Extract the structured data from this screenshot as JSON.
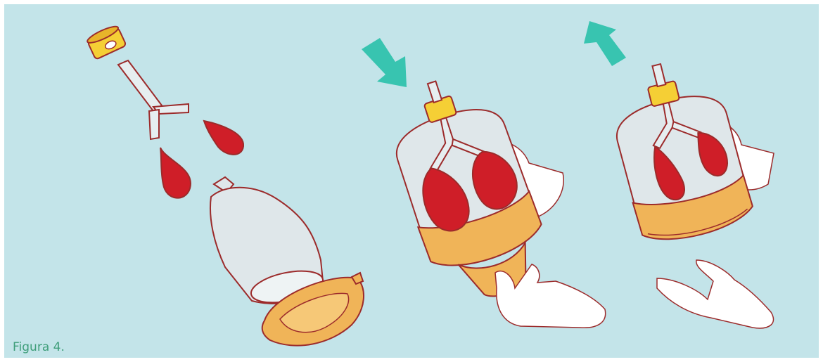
{
  "figure": {
    "caption": "Figura 4.",
    "colors": {
      "background": "#c3e4e9",
      "outline": "#9c2b2b",
      "balloon": "#cf1e28",
      "bottle": "#dfe7ea",
      "membrane": "#f0b458",
      "cap": "#f5cf35",
      "arrow": "#38c4b0"
    },
    "panels": [
      {
        "name": "disassembled-parts"
      },
      {
        "name": "push-down-inhale"
      },
      {
        "name": "pull-up-exhale"
      }
    ]
  }
}
